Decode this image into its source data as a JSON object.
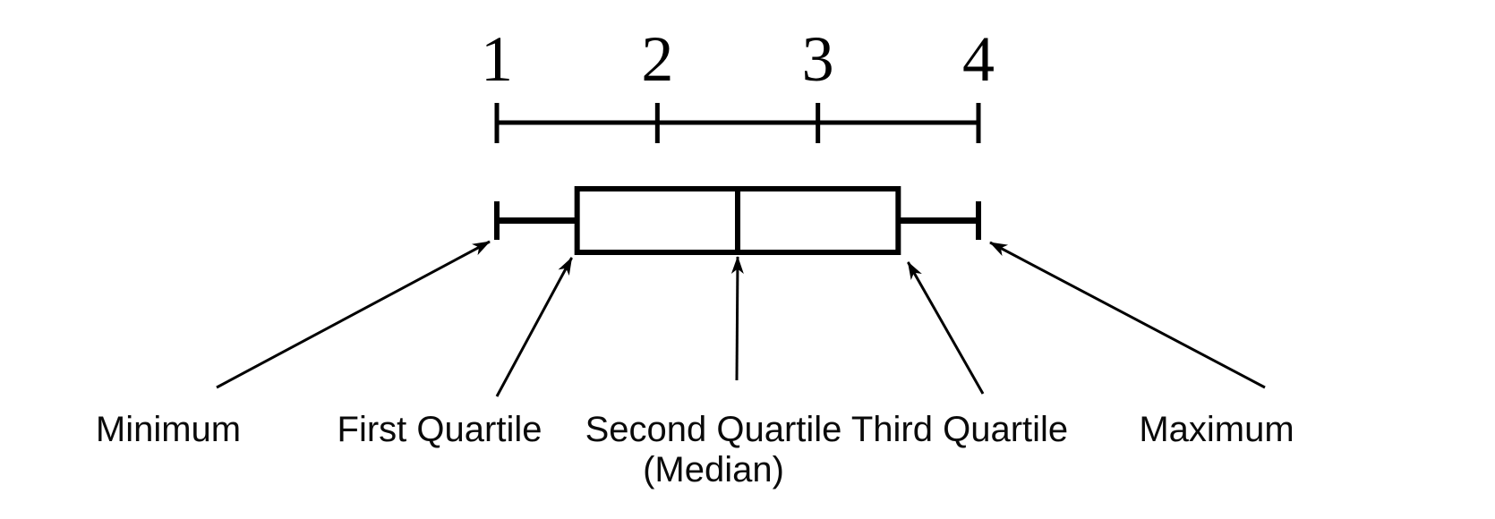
{
  "figure": {
    "background": "#ffffff",
    "line_color": "#000000",
    "text_color": "#0a0a0a"
  },
  "chart_data": {
    "type": "boxplot",
    "orientation": "horizontal",
    "axis": {
      "position": "top",
      "range": [
        1,
        4
      ],
      "ticks": [
        1,
        2,
        3,
        4
      ],
      "tick_labels": [
        "1",
        "2",
        "3",
        "4"
      ]
    },
    "stats": {
      "min": 1,
      "q1": 1.5,
      "median": 2.5,
      "q3": 3.5,
      "max": 4
    },
    "annotations": [
      {
        "label": "Minimum",
        "target": "min"
      },
      {
        "label": "First Quartile",
        "target": "q1"
      },
      {
        "label": "Second Quartile",
        "label_line2": "(Median)",
        "target": "median"
      },
      {
        "label": "Third Quartile",
        "target": "q3"
      },
      {
        "label": "Maximum",
        "target": "max"
      }
    ]
  }
}
